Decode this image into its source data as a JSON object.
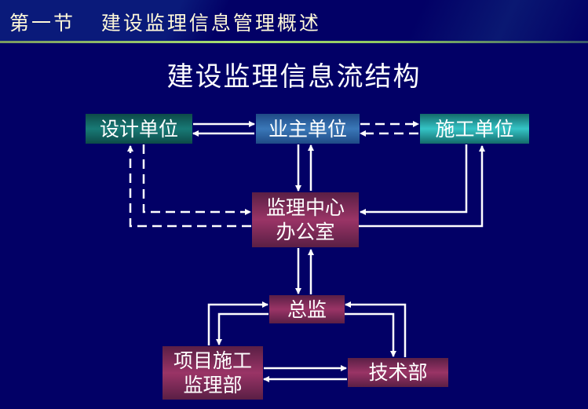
{
  "header": {
    "section": "第一节",
    "title": "建设监理信息管理概述"
  },
  "main_title": "建设监理信息流结构",
  "nodes": {
    "design_unit": "设计单位",
    "owner_unit": "业主单位",
    "construction_unit": "施工单位",
    "supervision_center": [
      "监理中心",
      "办公室"
    ],
    "chief_supervisor": "总监",
    "project_supervision": [
      "项目施工",
      "监理部"
    ],
    "technical_dept": "技术部"
  },
  "edges": [
    {
      "from": "design_unit",
      "to": "owner_unit",
      "style": "solid"
    },
    {
      "from": "owner_unit",
      "to": "design_unit",
      "style": "solid"
    },
    {
      "from": "owner_unit",
      "to": "construction_unit",
      "style": "dashed"
    },
    {
      "from": "construction_unit",
      "to": "owner_unit",
      "style": "dashed"
    },
    {
      "from": "owner_unit",
      "to": "supervision_center",
      "style": "solid"
    },
    {
      "from": "supervision_center",
      "to": "owner_unit",
      "style": "solid"
    },
    {
      "from": "design_unit",
      "to": "supervision_center",
      "style": "dashed"
    },
    {
      "from": "supervision_center",
      "to": "design_unit",
      "style": "dashed"
    },
    {
      "from": "construction_unit",
      "to": "supervision_center",
      "style": "solid"
    },
    {
      "from": "supervision_center",
      "to": "construction_unit",
      "style": "solid"
    },
    {
      "from": "supervision_center",
      "to": "chief_supervisor",
      "style": "solid"
    },
    {
      "from": "chief_supervisor",
      "to": "supervision_center",
      "style": "solid"
    },
    {
      "from": "project_supervision",
      "to": "chief_supervisor",
      "style": "solid"
    },
    {
      "from": "chief_supervisor",
      "to": "project_supervision",
      "style": "solid"
    },
    {
      "from": "chief_supervisor",
      "to": "technical_dept",
      "style": "solid"
    },
    {
      "from": "technical_dept",
      "to": "chief_supervisor",
      "style": "solid"
    },
    {
      "from": "project_supervision",
      "to": "technical_dept",
      "style": "solid"
    },
    {
      "from": "technical_dept",
      "to": "project_supervision",
      "style": "solid"
    }
  ]
}
